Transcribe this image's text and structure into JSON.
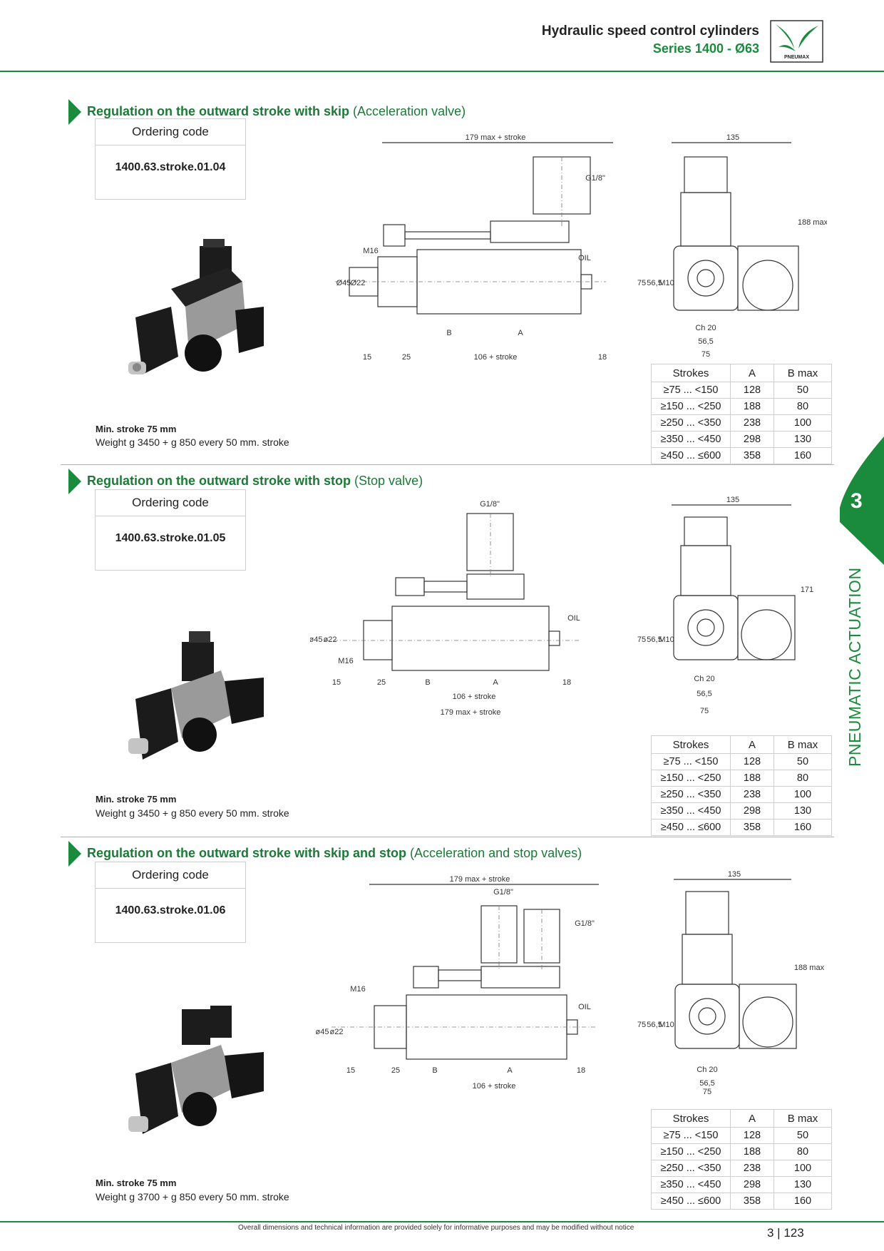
{
  "header": {
    "title": "Hydraulic speed control cylinders",
    "subtitle": "Series 1400 - Ø63",
    "logo_text": "PNEUMAX"
  },
  "side_tab": {
    "number": "3",
    "label": "PNEUMATIC ACTUATION"
  },
  "sections": [
    {
      "title_bold": "Regulation on the outward stroke with skip",
      "title_paren": "(Acceleration valve)",
      "ordering_label": "Ordering code",
      "code": "1400.63.stroke.01.04",
      "min_stroke": "Min. stroke 75 mm",
      "weight": "Weight g 3450 + g 850 every 50 mm. stroke",
      "dims_side": [
        "179 max + stroke",
        "G1/8\"",
        "M16",
        "Ø45",
        "Ø22",
        "OIL",
        "B",
        "A",
        "15",
        "25",
        "106 + stroke",
        "18"
      ],
      "dims_front": [
        "135",
        "188 max",
        "75",
        "56,5",
        "M10",
        "Ch 20",
        "56,5",
        "75"
      ]
    },
    {
      "title_bold": "Regulation on the outward stroke with stop",
      "title_paren": "(Stop valve)",
      "ordering_label": "Ordering code",
      "code": "1400.63.stroke.01.05",
      "min_stroke": "Min. stroke 75 mm",
      "weight": "Weight g 3450 + g 850 every 50 mm. stroke",
      "dims_side": [
        "G1/8\"",
        "ø45",
        "ø22",
        "M16",
        "OIL",
        "15",
        "25",
        "B",
        "A",
        "18",
        "106 + stroke",
        "179 max + stroke"
      ],
      "dims_front": [
        "135",
        "171",
        "75",
        "56,5",
        "M10",
        "Ch 20",
        "56,5",
        "75"
      ]
    },
    {
      "title_bold": "Regulation on the outward stroke with skip and stop",
      "title_paren": "(Acceleration and stop valves)",
      "ordering_label": "Ordering code",
      "code": "1400.63.stroke.01.06",
      "min_stroke": "Min. stroke 75 mm",
      "weight": "Weight g 3700 + g 850 every 50 mm. stroke",
      "dims_side": [
        "179 max + stroke",
        "G1/8\"",
        "G1/8\"",
        "M16",
        "ø45",
        "ø22",
        "OIL",
        "15",
        "25",
        "B",
        "A",
        "18",
        "106 + stroke"
      ],
      "dims_front": [
        "135",
        "188 max",
        "75",
        "56,5",
        "M10",
        "Ch 20",
        "56,5",
        "75"
      ]
    }
  ],
  "stroke_table": {
    "headers": [
      "Strokes",
      "A",
      "B max"
    ],
    "rows": [
      [
        "≥75  ... <150",
        "128",
        "50"
      ],
      [
        "≥150  ... <250",
        "188",
        "80"
      ],
      [
        "≥250  ... <350",
        "238",
        "100"
      ],
      [
        "≥350  ... <450",
        "298",
        "130"
      ],
      [
        "≥450  ... ≤600",
        "358",
        "160"
      ]
    ]
  },
  "footer": {
    "note": "Overall dimensions and technical information are provided solely for informative purposes and may be modified without notice",
    "page": "3 | 123"
  },
  "colors": {
    "brand_green": "#1a8a3c"
  }
}
